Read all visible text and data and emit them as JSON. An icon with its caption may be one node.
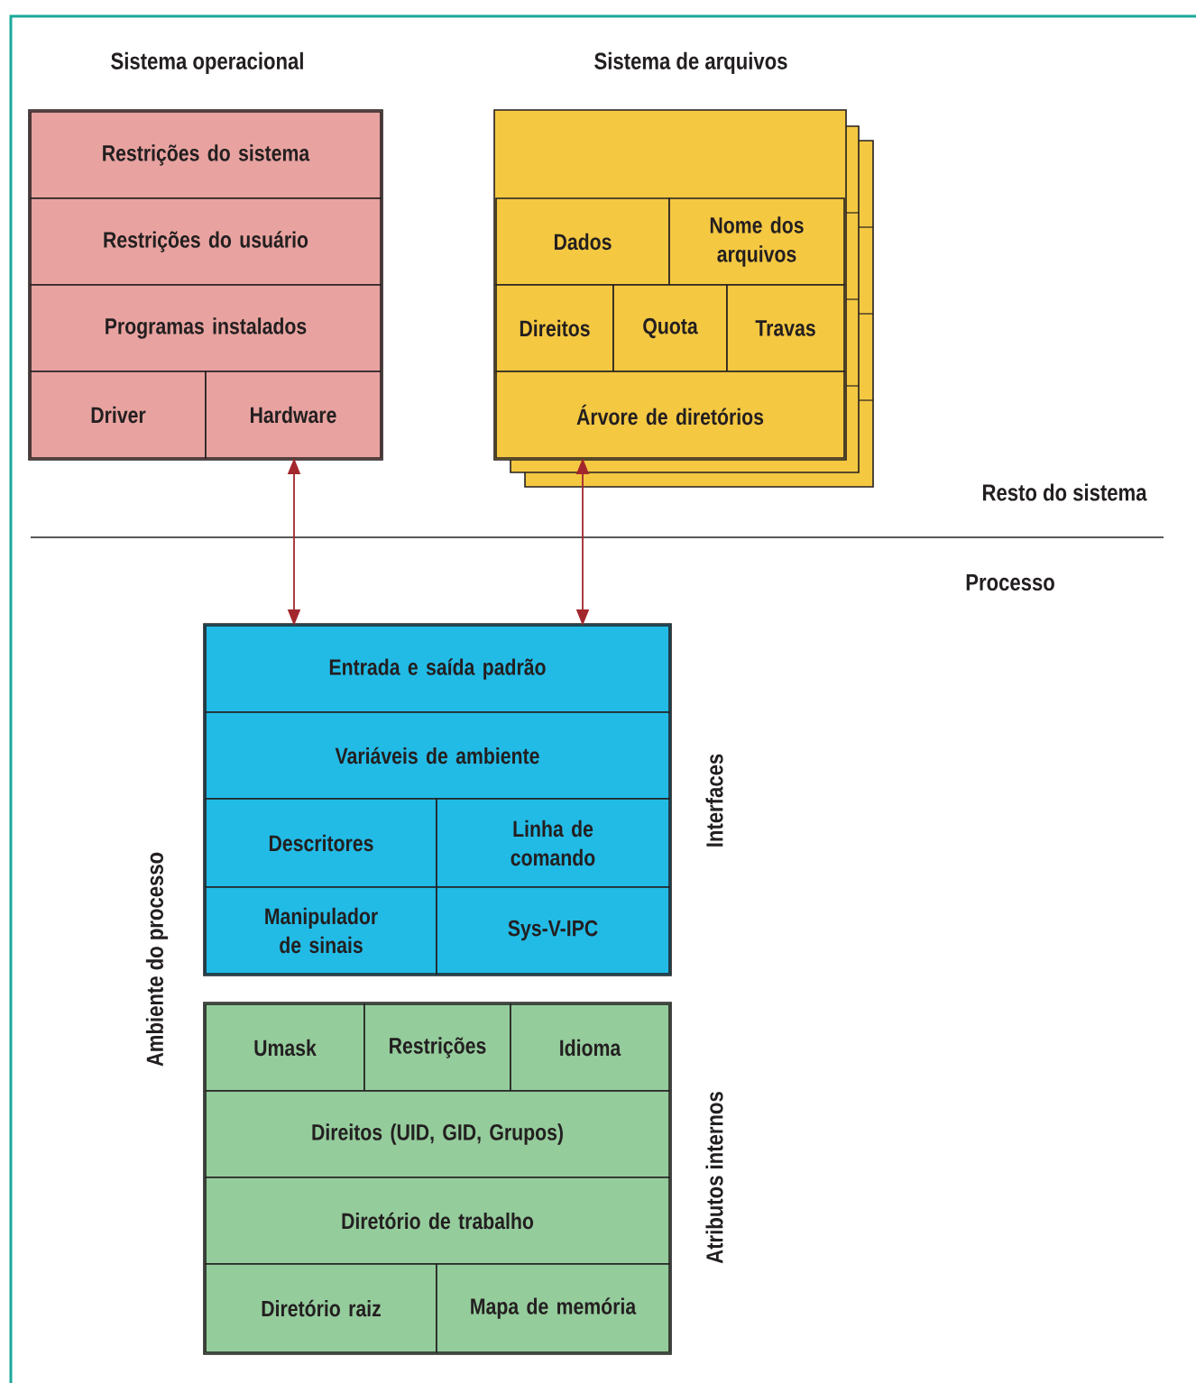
{
  "diagram": {
    "nodes": [
      {
        "text": [
          "Sistema operacional"
        ]
      },
      {
        "text": [
          "Restrições do sistema"
        ],
        "in": 0
      },
      {
        "text": [
          "Restrições do usuário"
        ],
        "in": 0
      },
      {
        "text": [
          "Programas instalados"
        ],
        "in": 0
      },
      {
        "text": [
          "Driver"
        ],
        "in": 0
      },
      {
        "text": [
          "Hardware"
        ],
        "in": 0
      },
      {
        "text": [
          "Sistema de arquivos"
        ]
      },
      {
        "text": [
          "Dados"
        ],
        "in": 6
      },
      {
        "text": [
          "Nome dos arquivos"
        ],
        "in": 6
      },
      {
        "text": [
          "Direitos"
        ],
        "in": 6
      },
      {
        "text": [
          "Quota"
        ],
        "in": 6
      },
      {
        "text": [
          "Travas"
        ],
        "in": 6
      },
      {
        "text": [
          "Árvore de diretórios"
        ],
        "in": 6
      },
      {
        "text": [
          "Interfaces"
        ]
      },
      {
        "text": [
          "Entrada e saída padrão"
        ],
        "in": 13
      },
      {
        "text": [
          "Variáveis de ambiente"
        ],
        "in": 13
      },
      {
        "text": [
          "Descritores"
        ],
        "in": 13
      },
      {
        "text": [
          "Linha de comando"
        ],
        "in": 13
      },
      {
        "text": [
          "Manipulador de sinais"
        ],
        "in": 13
      },
      {
        "text": [
          "Sys-V-IPC"
        ],
        "in": 13
      },
      {
        "text": [
          "Atributos internos"
        ]
      },
      {
        "text": [
          "Umask"
        ],
        "in": 20
      },
      {
        "text": [
          "Restrições"
        ],
        "in": 20
      },
      {
        "text": [
          "Idioma"
        ],
        "in": 20
      },
      {
        "text": [
          "Direitos (UID, GID, Grupos)"
        ],
        "in": 20
      },
      {
        "text": [
          "Diretório de trabalho"
        ],
        "in": 20
      },
      {
        "text": [
          "Diretório raiz"
        ],
        "in": 20
      },
      {
        "text": [
          "Mapa de memória"
        ],
        "in": 20
      }
    ],
    "edges": [
      {
        "from": 5,
        "to": 14,
        "arrow": "both"
      },
      {
        "from": 12,
        "to": 14,
        "arrow": "both"
      }
    ],
    "labels": [
      "Resto do sistema",
      "Processo",
      "Ambiente do processo"
    ]
  }
}
